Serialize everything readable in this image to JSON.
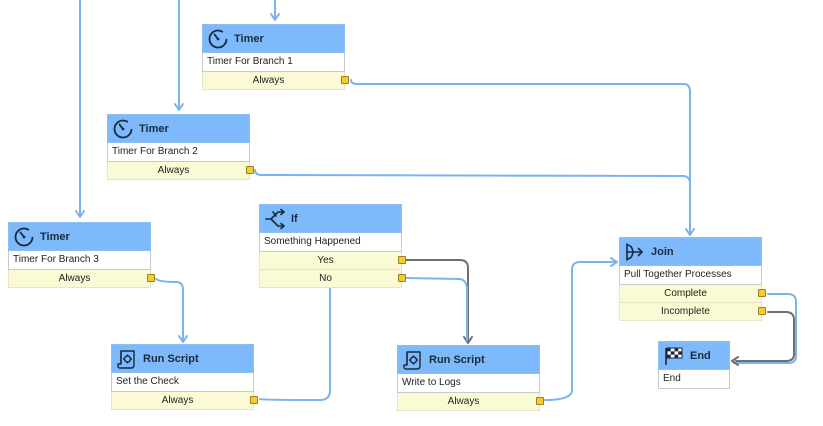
{
  "nodes": {
    "timer1": {
      "title": "Timer",
      "desc": "Timer For Branch 1",
      "ports": [
        "Always"
      ]
    },
    "timer2": {
      "title": "Timer",
      "desc": "Timer For Branch 2",
      "ports": [
        "Always"
      ]
    },
    "timer3": {
      "title": "Timer",
      "desc": "Timer For Branch 3",
      "ports": [
        "Always"
      ]
    },
    "if1": {
      "title": "If",
      "desc": "Something Happened",
      "ports": [
        "Yes",
        "No"
      ]
    },
    "script1": {
      "title": "Run Script",
      "desc": "Set the Check",
      "ports": [
        "Always"
      ]
    },
    "script2": {
      "title": "Run Script",
      "desc": "Write to Logs",
      "ports": [
        "Always"
      ]
    },
    "join1": {
      "title": "Join",
      "desc": "Pull Together Processes",
      "ports": [
        "Complete",
        "Incomplete"
      ]
    },
    "end1": {
      "title": "End",
      "desc": "End",
      "ports": []
    }
  },
  "icons": {
    "timer1": "timer-icon",
    "timer2": "timer-icon",
    "timer3": "timer-icon",
    "if1": "branch-icon",
    "script1": "script-icon",
    "script2": "script-icon",
    "join1": "join-icon",
    "end1": "checkered-flag-icon"
  },
  "colors": {
    "header": "#7db9fb",
    "port_bg": "#fafad4",
    "port_handle": "#f6cb2e",
    "wire_blue": "#7ab4ee",
    "wire_gray": "#6f6f6f"
  }
}
